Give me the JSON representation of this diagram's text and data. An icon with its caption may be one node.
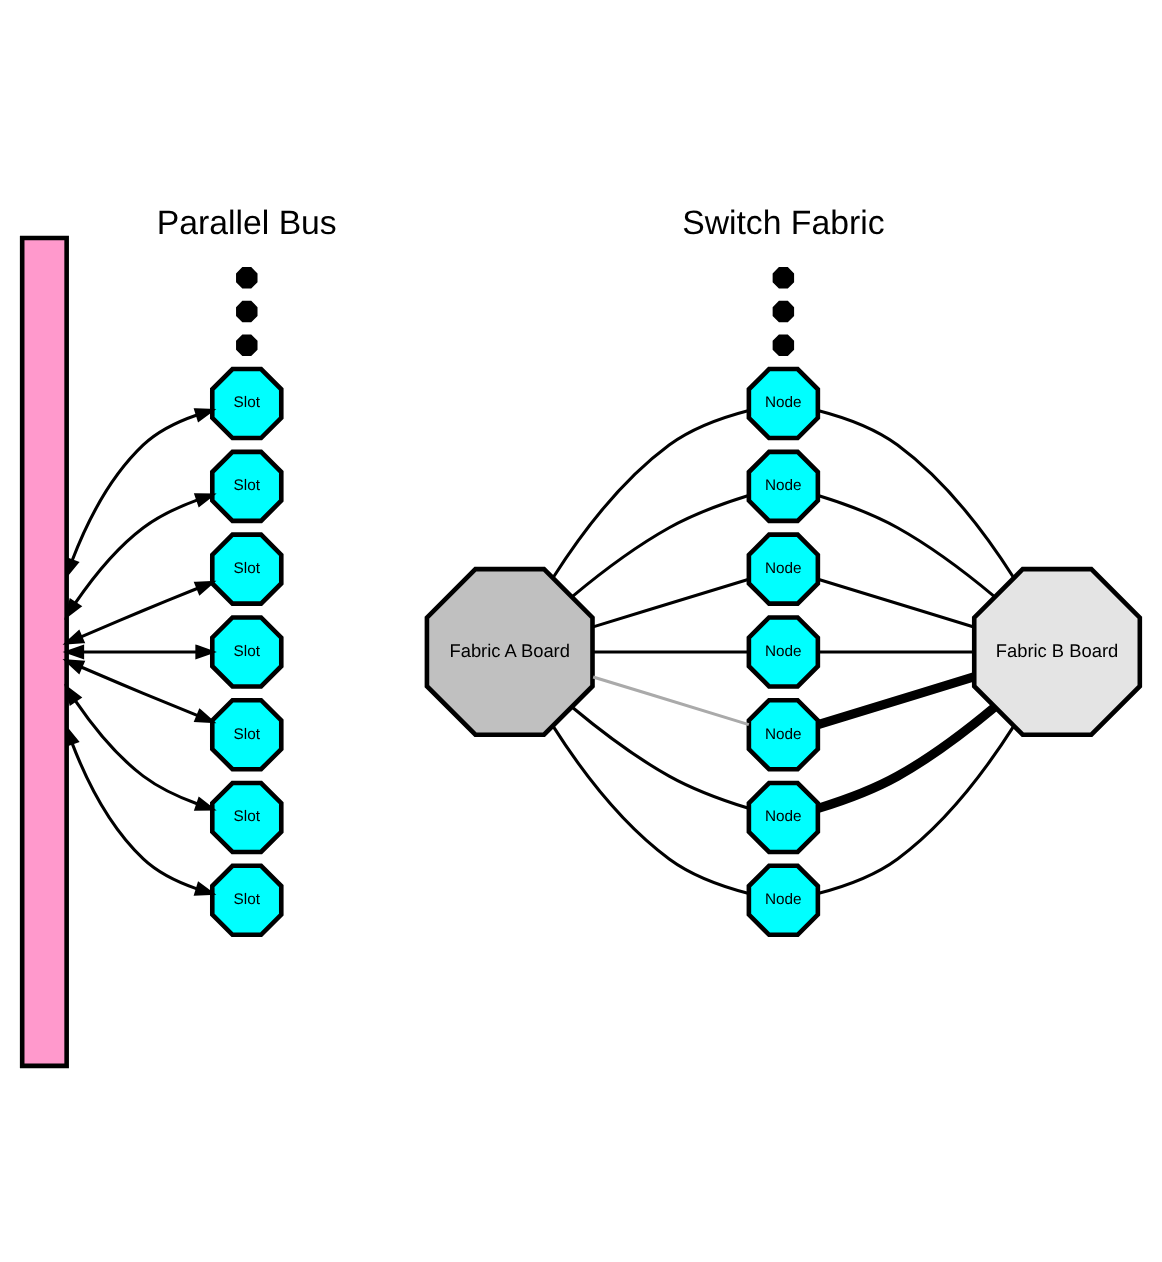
{
  "diagram": {
    "nodes": [
      {
        "text": [],
        "shape": "bar"
      },
      {
        "text": [
          "Slot"
        ]
      },
      {
        "text": [
          "Slot"
        ]
      },
      {
        "text": [
          "Slot"
        ]
      },
      {
        "text": [
          "Slot"
        ]
      },
      {
        "text": [
          "Slot"
        ]
      },
      {
        "text": [
          "Slot"
        ]
      },
      {
        "text": [],
        "shape": "octagon"
      },
      {
        "text": [],
        "shape": "octagon"
      },
      {
        "text": [],
        "shape": "octagon"
      },
      {
        "text": [
          "Slot"
        ]
      },
      {
        "text": [
          "Fabric A Board"
        ]
      },
      {
        "text": [
          "Node"
        ]
      },
      {
        "text": [
          "Node"
        ]
      },
      {
        "text": [
          "Node"
        ]
      },
      {
        "text": [
          "Node"
        ]
      },
      {
        "text": [
          "Node"
        ]
      },
      {
        "text": [
          "Node"
        ]
      },
      {
        "text": [],
        "shape": "octagon"
      },
      {
        "text": [],
        "shape": "octagon"
      },
      {
        "text": [],
        "shape": "octagon"
      },
      {
        "text": [
          "Node"
        ]
      },
      {
        "text": [
          "Fabric B Board"
        ]
      }
    ],
    "edges": [
      {
        "from": 0,
        "to": 1,
        "arrow": "both"
      },
      {
        "from": 0,
        "to": 2,
        "arrow": "both"
      },
      {
        "from": 0,
        "to": 3,
        "arrow": "both"
      },
      {
        "from": 0,
        "to": 4,
        "arrow": "both"
      },
      {
        "from": 0,
        "to": 5,
        "arrow": "both"
      },
      {
        "from": 0,
        "to": 6,
        "arrow": "both"
      },
      {
        "from": 0,
        "to": 10,
        "arrow": "both"
      },
      {
        "from": 11,
        "to": 12,
        "arrow": "none"
      },
      {
        "from": 11,
        "to": 13,
        "arrow": "none"
      },
      {
        "from": 11,
        "to": 14,
        "arrow": "none"
      },
      {
        "from": 11,
        "to": 15,
        "arrow": "none"
      },
      {
        "from": 11,
        "to": 16,
        "arrow": "none",
        "color": "#aaaaaa"
      },
      {
        "from": 11,
        "to": 17,
        "arrow": "none"
      },
      {
        "from": 11,
        "to": 21,
        "arrow": "none"
      },
      {
        "from": 12,
        "to": 22,
        "arrow": "none"
      },
      {
        "from": 13,
        "to": 22,
        "arrow": "none"
      },
      {
        "from": 14,
        "to": 22,
        "arrow": "none"
      },
      {
        "from": 15,
        "to": 22,
        "arrow": "none"
      },
      {
        "from": 16,
        "to": 22,
        "arrow": "none",
        "style": "thick"
      },
      {
        "from": 17,
        "to": 22,
        "arrow": "none",
        "style": "thick"
      },
      {
        "from": 21,
        "to": 22,
        "arrow": "none"
      }
    ],
    "labels": [
      "Parallel Bus",
      "Switch Fabric"
    ]
  }
}
